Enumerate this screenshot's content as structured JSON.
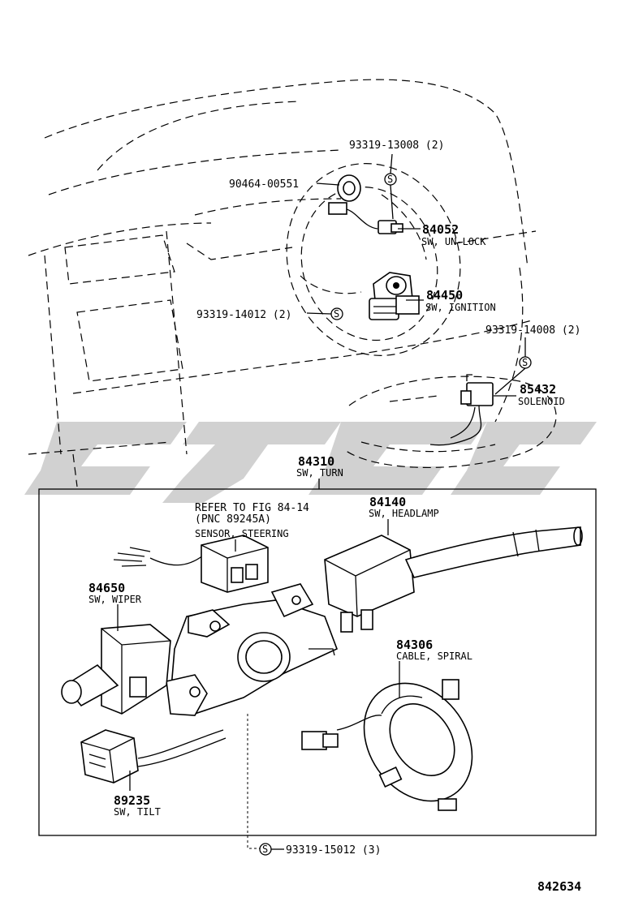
{
  "diagram_id": "842634",
  "callouts": {
    "p93319_13008": "93319-13008 (2)",
    "p90464_00551": "90464-00551",
    "p84052_num": "84052",
    "p84052_name": "SW, UN-LOCK",
    "p84450_num": "84450",
    "p84450_name": "SW, IGNITION",
    "p93319_14012": "93319-14012 (2)",
    "p93319_14008": "93319-14008 (2)",
    "p85432_num": "85432",
    "p85432_name": "SOLENOID",
    "p84310_num": "84310",
    "p84310_name": "SW, TURN",
    "refer_line1": "REFER TO FIG 84-14",
    "refer_line2": "(PNC 89245A)",
    "refer_name": "SENSOR, STEERING",
    "p84140_num": "84140",
    "p84140_name": "SW, HEADLAMP",
    "p84650_num": "84650",
    "p84650_name": "SW, WIPER",
    "p84306_num": "84306",
    "p84306_name": "CABLE, SPIRAL",
    "p89235_num": "89235",
    "p89235_name": "SW, TILT",
    "p93319_15012": "93319-15012 (3)"
  },
  "screw_symbol": "S"
}
